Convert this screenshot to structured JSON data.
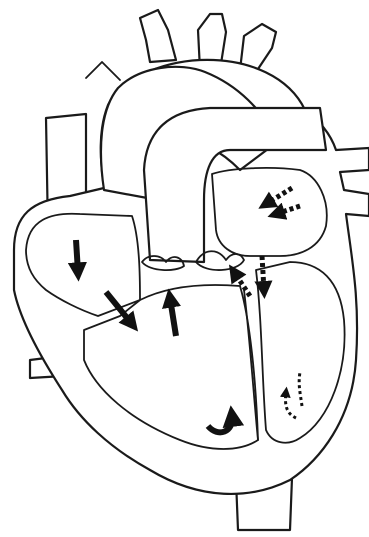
{
  "diagram": {
    "background_color": "#ffffff",
    "line_color": "#1a1a1a",
    "arrow_color": "#111111",
    "arrows": [
      {
        "name": "right-atrium-down-arrow",
        "style": "solid"
      },
      {
        "name": "tricuspid-flow-arrow",
        "style": "solid"
      },
      {
        "name": "right-ventricle-up-arrow",
        "style": "solid"
      },
      {
        "name": "right-ventricle-curved-arrow",
        "style": "solid"
      },
      {
        "name": "left-atrium-inflow-arrow",
        "style": "dotted"
      },
      {
        "name": "mitral-flow-arrow",
        "style": "dotted"
      },
      {
        "name": "left-ventricle-up-arrow",
        "style": "dotted"
      }
    ]
  }
}
